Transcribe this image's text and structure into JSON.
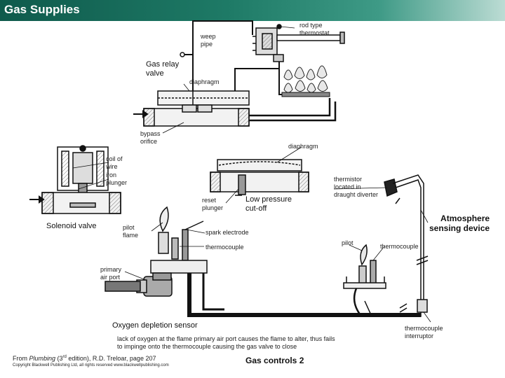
{
  "header": {
    "title": "Gas Supplies"
  },
  "labels": {
    "rod_type_thermostat": [
      "rod type",
      "thermostat"
    ],
    "weep_pipe": [
      "weep",
      "pipe"
    ],
    "gas_relay_valve": [
      "Gas relay",
      "valve"
    ],
    "diaphragm_upper": "diaphragm",
    "bypass_orifice": [
      "bypass",
      "orifice"
    ],
    "diaphragm_lower": "diaphragm",
    "coil_of_wire": [
      "coil of",
      "wire"
    ],
    "iron_plunger": [
      "iron",
      "plunger"
    ],
    "solenoid_valve": "Solenoid valve",
    "reset_plunger": [
      "reset",
      "plunger"
    ],
    "low_pressure_cutoff": [
      "Low pressure",
      "cut-off"
    ],
    "thermistor": [
      "thermistor",
      "located in",
      "draught diverter"
    ],
    "atmosphere_sensing_device": [
      "Atmosphere",
      "sensing device"
    ],
    "pilot_flame": [
      "pilot",
      "flame"
    ],
    "spark_electrode": "spark electrode",
    "thermocouple_left": "thermocouple",
    "pilot_right": "pilot",
    "thermocouple_right": "thermocouple",
    "primary_air_port": [
      "primary",
      "air port"
    ],
    "oxygen_depletion_sensor": "Oxygen depletion sensor",
    "ods_description": [
      "lack of oxygen at the flame primary air port causes the flame to alter, thus fails",
      "to impinge onto the thermocouple causing the gas valve to close"
    ],
    "thermocouple_interrupter": [
      "thermocouple",
      "interruptor"
    ]
  },
  "footer": {
    "source_prefix": "From ",
    "source_book": "Plumbing",
    "source_edition": " (3",
    "source_sup": "rd",
    "source_rest": " edition), R.D. Treloar, page 207",
    "copyright": "Copyright Blackwell Publishing Ltd, all rights reserved  www.blackwellpublishing.com",
    "slide_title": "Gas controls 2"
  },
  "colors": {
    "title_bar_dark": "#0f5a4c",
    "title_bar_light": "#bcdcd4",
    "line": "#111111",
    "pipe_gray": "#9a9a9a"
  }
}
